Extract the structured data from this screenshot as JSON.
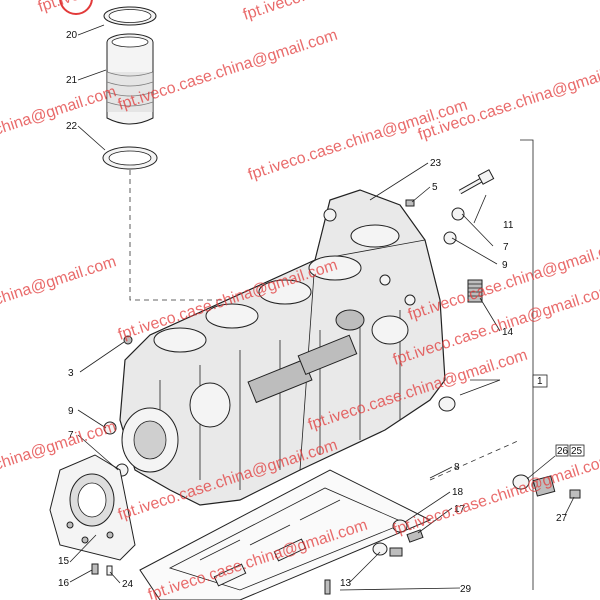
{
  "diagram": {
    "callouts": [
      {
        "id": "c20",
        "text": "20"
      },
      {
        "id": "c21",
        "text": "21"
      },
      {
        "id": "c22",
        "text": "22"
      },
      {
        "id": "c23",
        "text": "23"
      },
      {
        "id": "c5",
        "text": "5"
      },
      {
        "id": "c11",
        "text": "11"
      },
      {
        "id": "c7a",
        "text": "7"
      },
      {
        "id": "c9a",
        "text": "9"
      },
      {
        "id": "c14",
        "text": "14"
      },
      {
        "id": "c3",
        "text": "3"
      },
      {
        "id": "c9b",
        "text": "9"
      },
      {
        "id": "c7b",
        "text": "7"
      },
      {
        "id": "c1",
        "text": "1"
      },
      {
        "id": "c26",
        "text": "26"
      },
      {
        "id": "c25",
        "text": "25"
      },
      {
        "id": "c27",
        "text": "27"
      },
      {
        "id": "c8",
        "text": "8"
      },
      {
        "id": "c18",
        "text": "18"
      },
      {
        "id": "c17",
        "text": "17"
      },
      {
        "id": "c15",
        "text": "15"
      },
      {
        "id": "c16",
        "text": "16"
      },
      {
        "id": "c24",
        "text": "24"
      },
      {
        "id": "c13",
        "text": "13"
      },
      {
        "id": "c29",
        "text": "29"
      }
    ],
    "watermarks": [
      "fpt.iveco.case.china@gmail.com",
      "fpt.iveco.case.china@gmail.com",
      "china@gmail.com",
      "fpt.iveco.case.china@gmail.com",
      "fpt.iveco.case.china@gmail.com",
      "china@gmail.com",
      "fpt.iveco.case.china@gmail.com",
      "fpt.iveco.case.china@gmail.com",
      "china@gmail.com",
      "fpt.iveco.case.china@gmail.com",
      "fpt.iveco.case.china@gmail.com",
      "fpt.iveco.case.china@gmail.com",
      "fpt.iveco.case.china@gmail.com",
      "fpt.iveco.case.china@gmail.com",
      "fpt.ive"
    ],
    "colors": {
      "watermark": "#e23a3a",
      "line": "#222222",
      "background": "#ffffff"
    }
  }
}
